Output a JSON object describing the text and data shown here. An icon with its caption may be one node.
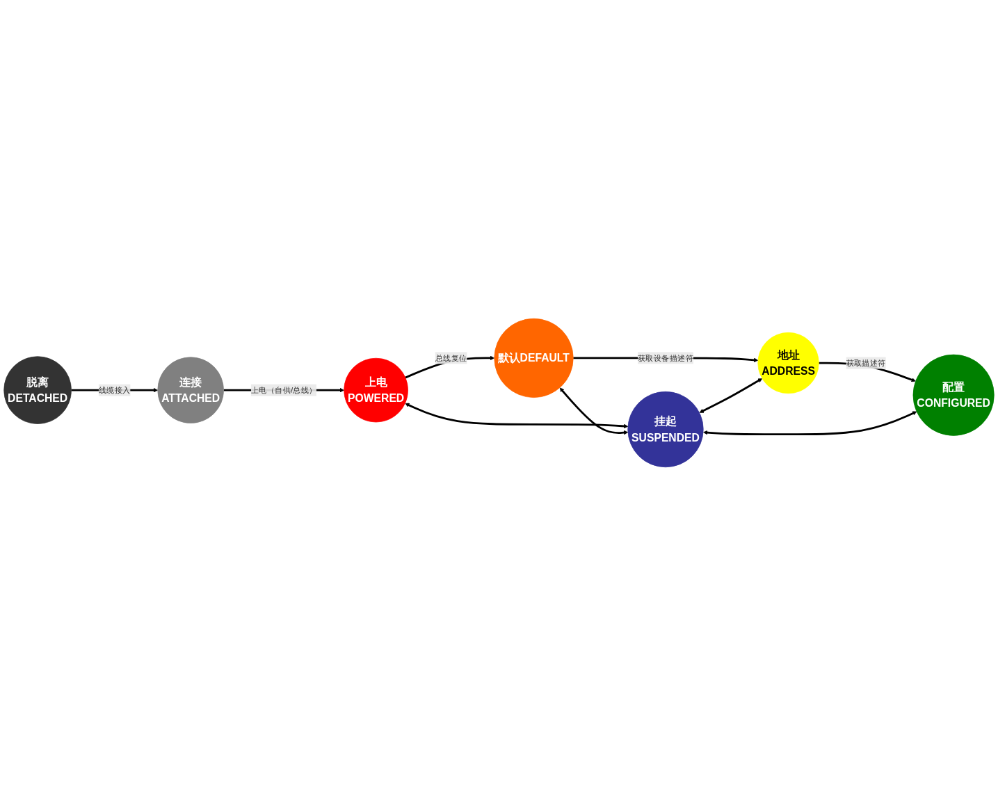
{
  "diagram": {
    "nodes": [
      {
        "text": [
          "连接",
          "ATTACHED"
        ]
      },
      {
        "text": [
          "上电",
          "POWERED"
        ]
      },
      {
        "text": [
          "默认DEFAULT"
        ]
      },
      {
        "text": [
          "脱离",
          "DETACHED"
        ]
      },
      {
        "text": [
          "挂起",
          "SUSPENDED"
        ]
      },
      {
        "text": [
          "地址",
          "ADDRESS"
        ]
      },
      {
        "text": [
          "配置",
          "CONFIGURED"
        ]
      }
    ],
    "edges": [
      {
        "from": 3,
        "to": 0,
        "arrow": "to",
        "label": "线缆接入"
      },
      {
        "from": 0,
        "to": 1,
        "arrow": "to",
        "label": "上电（自供/总线）"
      },
      {
        "from": 1,
        "to": 2,
        "arrow": "to",
        "label": "总线复位"
      },
      {
        "from": 1,
        "to": 4,
        "arrow": "both"
      },
      {
        "from": 2,
        "to": 4,
        "arrow": "both"
      },
      {
        "from": 2,
        "to": 5,
        "arrow": "to",
        "label": "获取设备描述符"
      },
      {
        "from": 4,
        "to": 5,
        "arrow": "both"
      },
      {
        "from": 5,
        "to": 6,
        "arrow": "to",
        "label": "获取描述符"
      },
      {
        "from": 4,
        "to": 6,
        "arrow": "both"
      }
    ]
  }
}
